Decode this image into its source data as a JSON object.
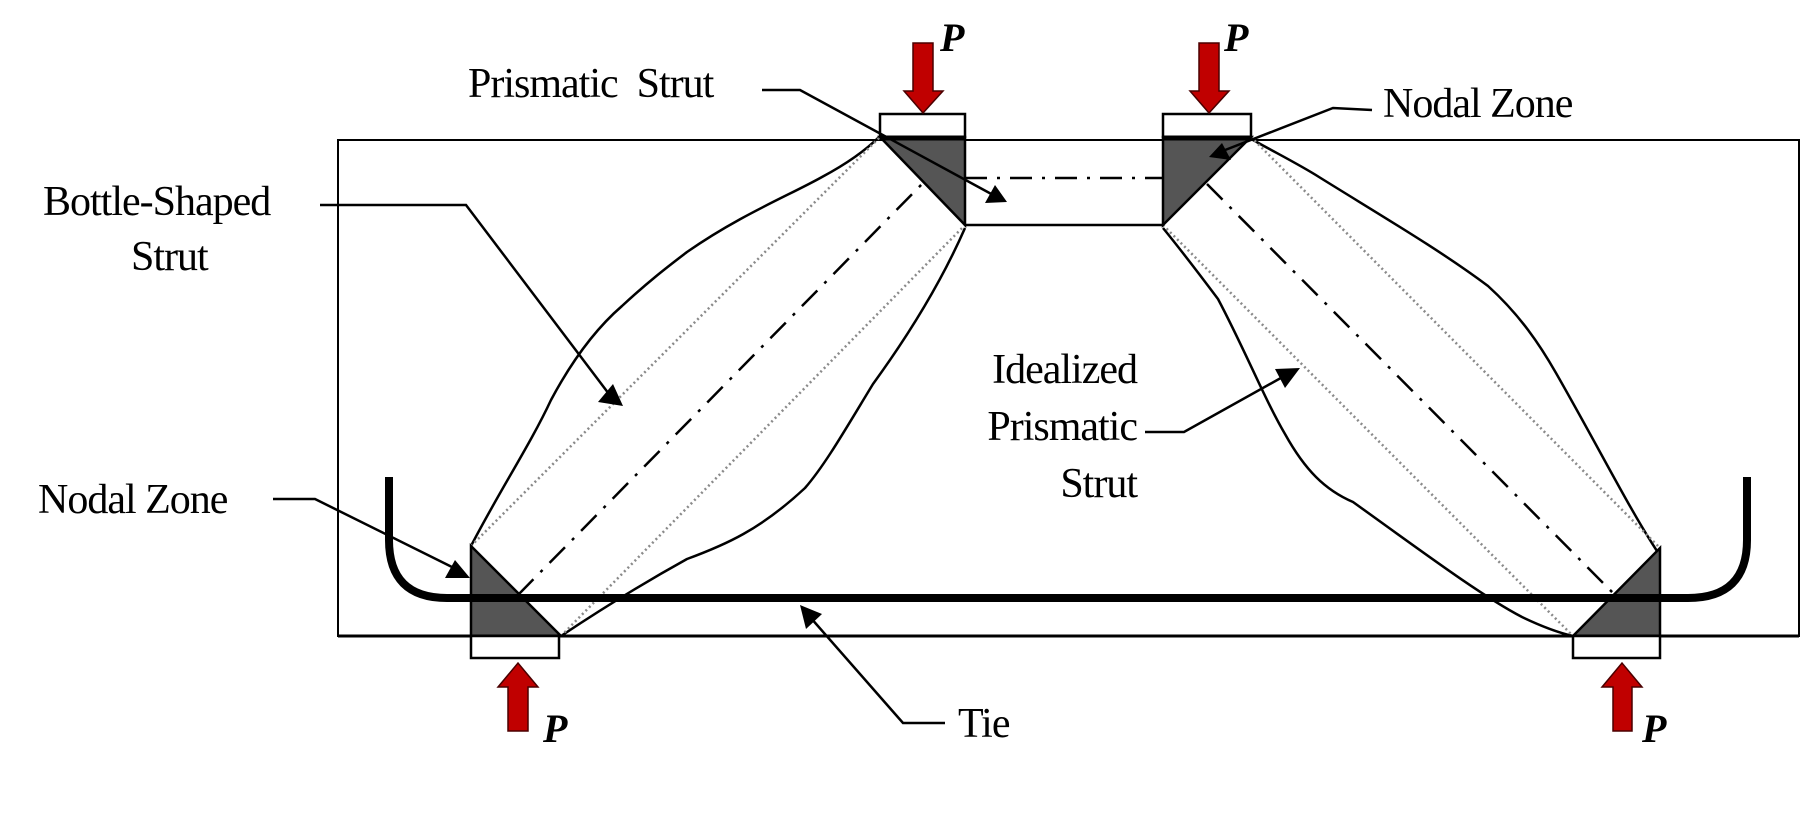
{
  "diagram": {
    "type": "strut-and-tie model",
    "labels": {
      "prismatic_strut": "Prismatic  Strut",
      "nodal_zone_top": "Nodal Zone",
      "bottle_shaped_line1": "Bottle-Shaped",
      "bottle_shaped_line2": "Strut",
      "idealized_line1": "Idealized",
      "idealized_line2": "Prismatic",
      "idealized_line3": "Strut",
      "nodal_zone_bottom": "Nodal Zone",
      "tie": "Tie"
    },
    "loads": [
      {
        "id": "top-left",
        "symbol": "P",
        "direction": "down"
      },
      {
        "id": "top-right",
        "symbol": "P",
        "direction": "down"
      },
      {
        "id": "bottom-left",
        "symbol": "P",
        "direction": "up"
      },
      {
        "id": "bottom-right",
        "symbol": "P",
        "direction": "up"
      }
    ],
    "colors": {
      "load_arrow": "#c00000",
      "nodal_zone_fill": "#555555",
      "idealized_strut_line": "#8a8a8a",
      "line": "#000000"
    }
  }
}
